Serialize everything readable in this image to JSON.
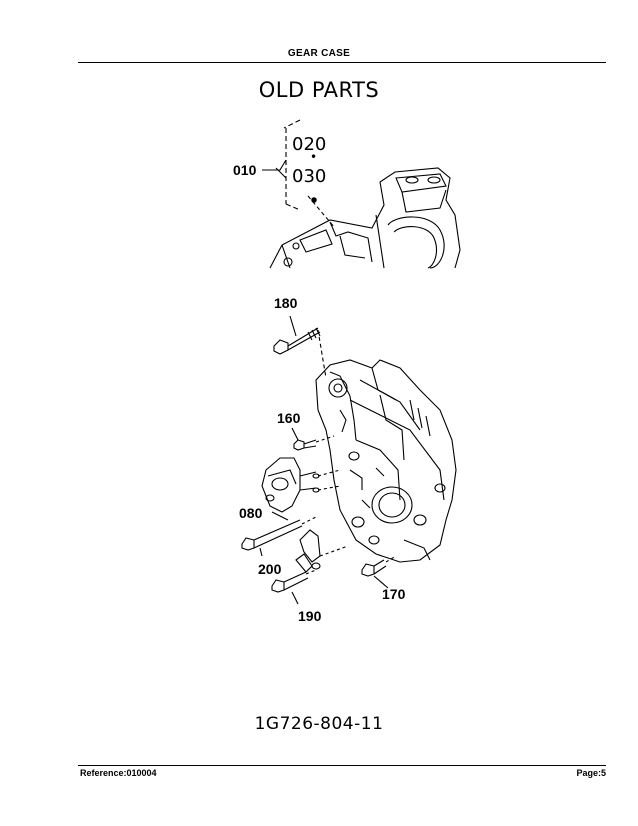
{
  "header": {
    "title": "GEAR CASE"
  },
  "old_parts_title": "OLD PARTS",
  "callouts": {
    "c010": "010",
    "c020": "020",
    "c030": "030",
    "c180": "180",
    "c160": "160",
    "c080": "080",
    "c200": "200",
    "c190": "190",
    "c170": "170"
  },
  "drawing_number": "1G726-804-11",
  "footer": {
    "reference": "Reference:010004",
    "page": "Page:5"
  }
}
